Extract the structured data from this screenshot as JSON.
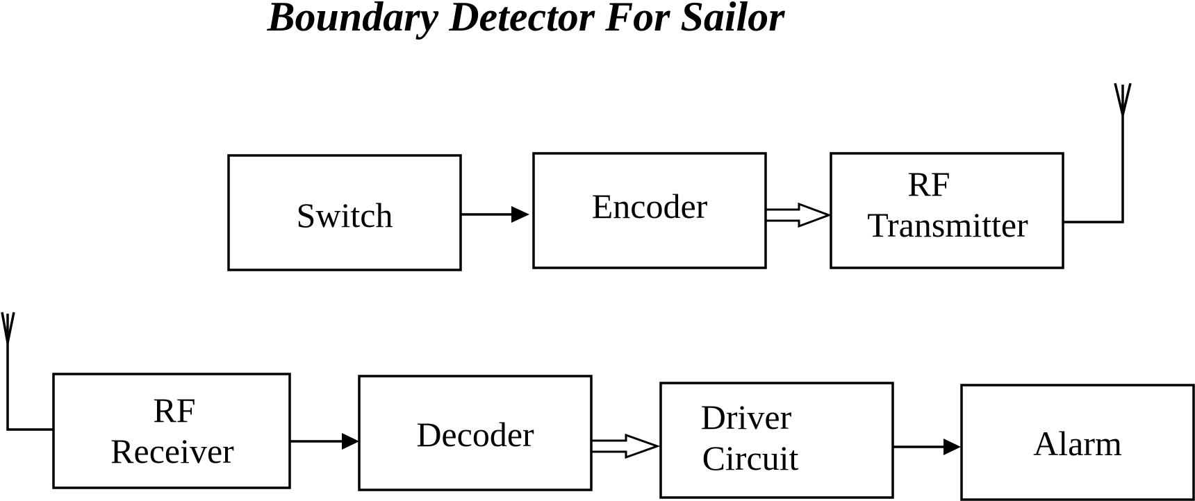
{
  "title": "Boundary Detector For Sailor",
  "blocks": {
    "switch": {
      "lines": [
        "Switch"
      ]
    },
    "encoder": {
      "lines": [
        "Encoder"
      ]
    },
    "rf_transmitter": {
      "lines": [
        "RF",
        "Transmitter"
      ]
    },
    "rf_receiver": {
      "lines": [
        "RF",
        "Receiver"
      ]
    },
    "decoder": {
      "lines": [
        "Decoder"
      ]
    },
    "driver_circuit": {
      "lines": [
        "Driver",
        "Circuit"
      ]
    },
    "alarm": {
      "lines": [
        "Alarm"
      ]
    }
  },
  "connections": [
    {
      "from": "switch",
      "to": "encoder",
      "style": "single-arrow"
    },
    {
      "from": "encoder",
      "to": "rf_transmitter",
      "style": "hollow-arrow"
    },
    {
      "from": "rf_transmitter",
      "to": "transmit-antenna",
      "style": "line"
    },
    {
      "from": "receive-antenna",
      "to": "rf_receiver",
      "style": "line"
    },
    {
      "from": "rf_receiver",
      "to": "decoder",
      "style": "single-arrow"
    },
    {
      "from": "decoder",
      "to": "driver_circuit",
      "style": "hollow-arrow"
    },
    {
      "from": "driver_circuit",
      "to": "alarm",
      "style": "single-arrow"
    }
  ]
}
